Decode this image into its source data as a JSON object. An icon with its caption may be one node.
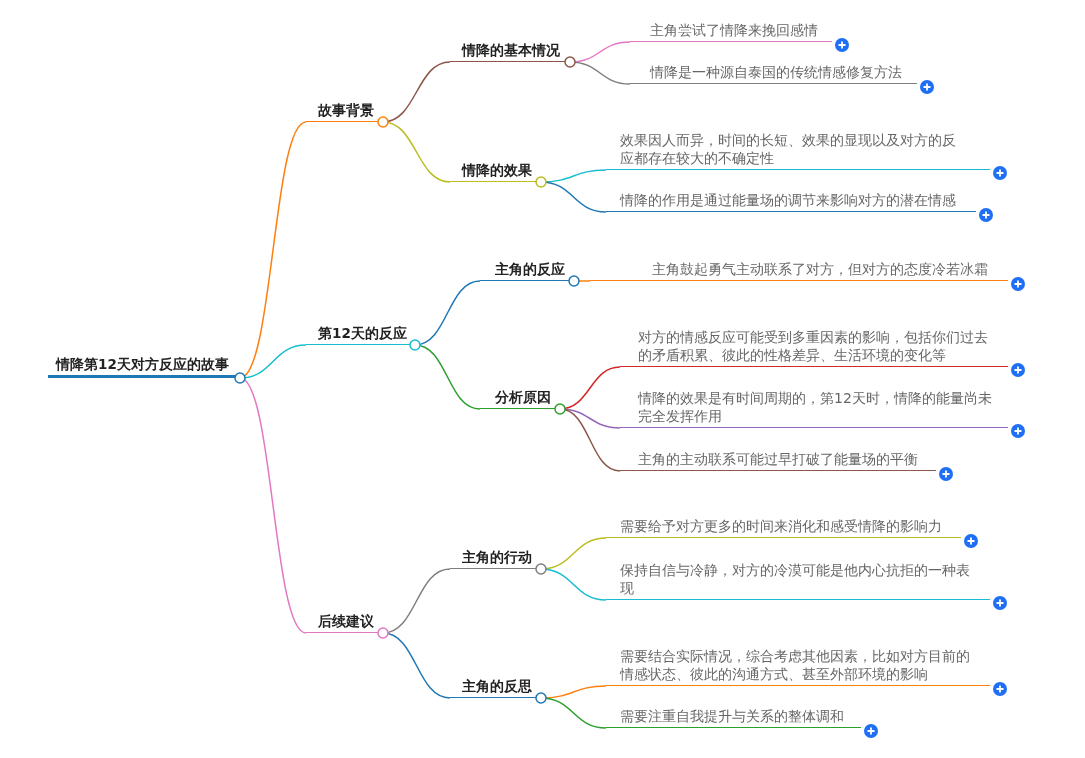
{
  "diagram": {
    "nodes": [
      {
        "text": [
          "情降第12天对方反应的故事"
        ]
      },
      {
        "text": [
          "故事背景"
        ]
      },
      {
        "text": [
          "情降的基本情况"
        ]
      },
      {
        "text": [
          "主角尝试了情降来挽回感情"
        ]
      },
      {
        "text": [
          "情降是一种源自泰国的传统情感修复方法"
        ]
      },
      {
        "text": [
          "情降的效果"
        ]
      },
      {
        "text": [
          "效果因人而异，时间的长短、效果的显现以及对方的反应都存在较大的不确定性"
        ]
      },
      {
        "text": [
          "情降的作用是通过能量场的调节来影响对方的潜在情感"
        ]
      },
      {
        "text": [
          "第12天的反应"
        ]
      },
      {
        "text": [
          "主角的反应"
        ]
      },
      {
        "text": [
          "主角鼓起勇气主动联系了对方，但对方的态度冷若冰霜"
        ]
      },
      {
        "text": [
          "分析原因"
        ]
      },
      {
        "text": [
          "对方的情感反应可能受到多重因素的影响，包括你们过去的矛盾积累、彼此的性格差异、生活环境的变化等"
        ]
      },
      {
        "text": [
          "情降的效果是有时间周期的，第12天时，情降的能量尚未完全发挥作用"
        ]
      },
      {
        "text": [
          "主角的主动联系可能过早打破了能量场的平衡"
        ]
      },
      {
        "text": [
          "后续建议"
        ]
      },
      {
        "text": [
          "主角的行动"
        ]
      },
      {
        "text": [
          "需要给予对方更多的时间来消化和感受情降的影响力"
        ]
      },
      {
        "text": [
          "保持自信与冷静，对方的冷漠可能是他内心抗拒的一种表现"
        ]
      },
      {
        "text": [
          "主角的反思"
        ]
      },
      {
        "text": [
          "需要结合实际情况，综合考虑其他因素，比如对方目前的情感状态、彼此的沟通方式、甚至外部环境的影响"
        ]
      },
      {
        "text": [
          "需要注重自我提升与关系的整体调和"
        ]
      }
    ],
    "edges": [
      {
        "from": 0,
        "to": 1,
        "arrow": "none",
        "color": "#ff7f0e"
      },
      {
        "from": 0,
        "to": 8,
        "arrow": "none",
        "color": "#17becf"
      },
      {
        "from": 0,
        "to": 15,
        "arrow": "none",
        "color": "#e377c2"
      },
      {
        "from": 1,
        "to": 2,
        "arrow": "none",
        "color": "#8c564b"
      },
      {
        "from": 1,
        "to": 5,
        "arrow": "none",
        "color": "#bcbd22"
      },
      {
        "from": 2,
        "to": 3,
        "arrow": "none",
        "color": "#e377c2"
      },
      {
        "from": 2,
        "to": 4,
        "arrow": "none",
        "color": "#7f7f7f"
      },
      {
        "from": 5,
        "to": 6,
        "arrow": "none",
        "color": "#17becf"
      },
      {
        "from": 5,
        "to": 7,
        "arrow": "none",
        "color": "#1f77b4"
      },
      {
        "from": 8,
        "to": 9,
        "arrow": "none",
        "color": "#1f77b4"
      },
      {
        "from": 8,
        "to": 11,
        "arrow": "none",
        "color": "#2ca02c"
      },
      {
        "from": 9,
        "to": 10,
        "arrow": "none",
        "color": "#ff7f0e"
      },
      {
        "from": 11,
        "to": 12,
        "arrow": "none",
        "color": "#d62728"
      },
      {
        "from": 11,
        "to": 13,
        "arrow": "none",
        "color": "#9467bd"
      },
      {
        "from": 11,
        "to": 14,
        "arrow": "none",
        "color": "#8c564b"
      },
      {
        "from": 15,
        "to": 16,
        "arrow": "none",
        "color": "#7f7f7f"
      },
      {
        "from": 15,
        "to": 19,
        "arrow": "none",
        "color": "#1f77b4"
      },
      {
        "from": 16,
        "to": 17,
        "arrow": "none",
        "color": "#bcbd22"
      },
      {
        "from": 16,
        "to": 18,
        "arrow": "none",
        "color": "#17becf"
      },
      {
        "from": 19,
        "to": 20,
        "arrow": "none",
        "color": "#ff7f0e"
      },
      {
        "from": 19,
        "to": 21,
        "arrow": "none",
        "color": "#2ca02c"
      }
    ]
  }
}
